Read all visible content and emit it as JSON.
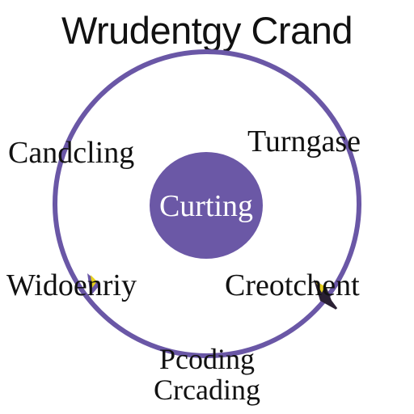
{
  "title": "Wrudentgy Crand",
  "center": {
    "label": "Curting"
  },
  "nodes": {
    "top_left": "Candcling",
    "top_right": "Turngase",
    "bottom_left": "Widoenriy",
    "bottom_right": "Creotchent"
  },
  "bottom_labels": [
    "Pcoding",
    "Crcading"
  ],
  "colors": {
    "ring": "#6a57a6",
    "center_fill": "#6b58a6",
    "marker_yellow": "#e8d21c",
    "marker_dark": "#2a2033"
  }
}
